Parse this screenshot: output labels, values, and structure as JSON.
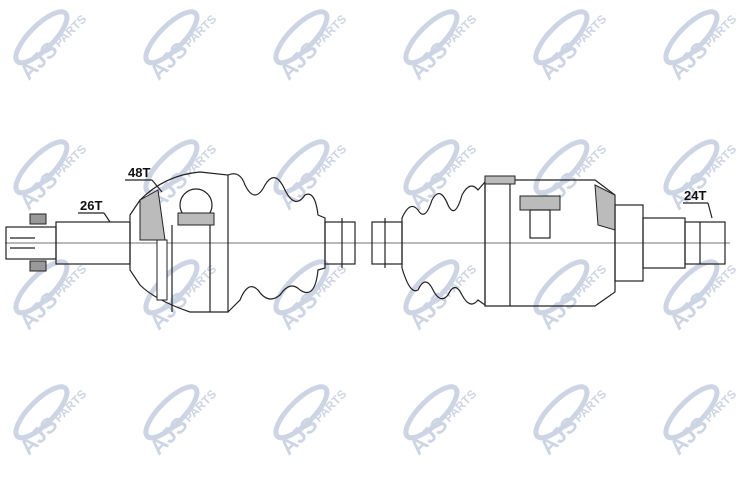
{
  "watermark": {
    "brand": "AJS",
    "sub": "PARTS",
    "color": "#cdd5e4"
  },
  "labels": {
    "outer_spline": "26T",
    "abs_ring": "48T",
    "inner_spline": "24T"
  }
}
